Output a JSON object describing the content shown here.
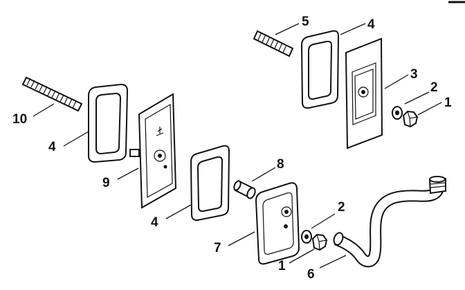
{
  "callouts": {
    "nut_top": "1",
    "washer_top": "2",
    "plate_top": "3",
    "gasket_top": "4",
    "stud_top": "5",
    "gasket_left": "4",
    "stud_left": "10",
    "plate_left": "9",
    "gasket_mid": "4",
    "spacer": "8",
    "washer_bottom": "2",
    "plate_bottom": "7",
    "nut_bottom": "1",
    "tube": "6"
  }
}
